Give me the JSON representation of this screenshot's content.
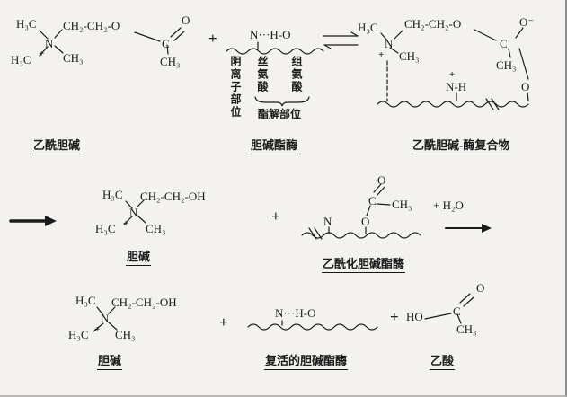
{
  "figure": {
    "background": "#f3f2ee",
    "ink": "#1b1b1b"
  },
  "formulas": {
    "h3c": "H₃C",
    "ch3": "CH₃",
    "n": "N",
    "c": "C",
    "o": "O",
    "o_minus": "O⁻",
    "plus_charge": "+",
    "plus": "+",
    "ester_chain": "CH₂-CH₂-O",
    "choline_chain": "CH₂-CH₂-OH",
    "nho_bridge": "N···H-O",
    "n_h": "N-H",
    "ho": "HO",
    "plus_h2o": "+ H₂O"
  },
  "site_labels": {
    "anionic_site": "阴离子部位",
    "serine": "丝氨酸",
    "histidine": "组氨酸",
    "esteratic_site": "酯解部位"
  },
  "names": {
    "acetylcholine": "乙酰胆碱",
    "cholinesterase": "胆碱酯酶",
    "ach_enzyme_complex": "乙酰胆碱-酶复合物",
    "choline": "胆碱",
    "acetylated_cholinesterase": "乙酰化胆碱酯酶",
    "choline_2": "胆碱",
    "reactivated_cholinesterase": "复活的胆碱酯酶",
    "acetic_acid": "乙酸"
  }
}
